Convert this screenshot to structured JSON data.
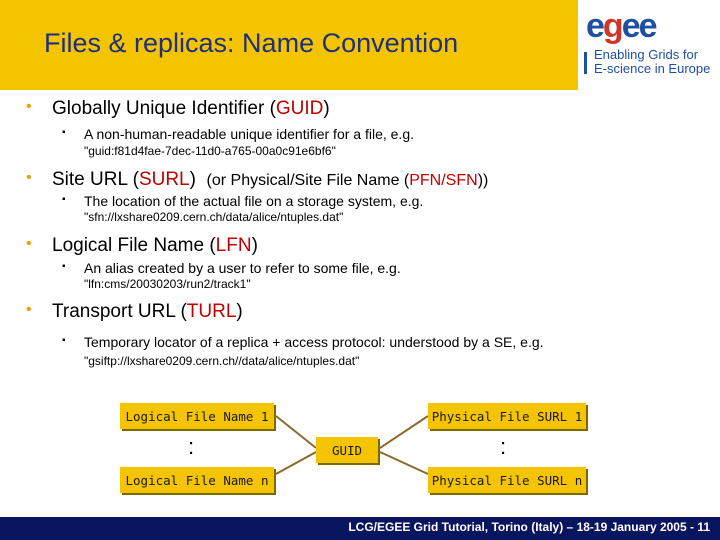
{
  "slide": {
    "title": "Files & replicas: Name Convention",
    "logo": {
      "word_blue_1": "e",
      "word_red": "g",
      "word_blue_2": "ee",
      "tagline_line1": "Enabling Grids for",
      "tagline_line2": "E-science in Europe"
    },
    "bullets": [
      {
        "pre": "Globally Unique Identifier (",
        "acronym": "GUID",
        "post": ")",
        "sub": "A non-human-readable unique identifier for a file, e.g.",
        "example": "\"guid:f81d4fae-7dec-11d0-a765-00a0c91e6bf6\""
      },
      {
        "pre": "Site URL (",
        "acronym": "SURL",
        "post": ")",
        "aside_pre": "(or Physical/Site File Name (",
        "aside_acronym": "PFN/SFN",
        "aside_post": "))",
        "sub": "The location of the actual file on a storage system, e.g.",
        "example": "\"sfn://lxshare0209.cern.ch/data/alice/ntuples.dat\""
      },
      {
        "pre": "Logical File Name (",
        "acronym": "LFN",
        "post": ")",
        "sub": "An alias created by a user to refer to some file, e.g.",
        "example": "\"lfn:cms/20030203/run2/track1\""
      },
      {
        "pre": "Transport URL (",
        "acronym": "TURL",
        "post": ")",
        "sub": "Temporary locator of a replica + access protocol: understood by a SE, e.g.",
        "example": "\"gsiftp://lxshare0209.cern.ch//data/alice/ntuples.dat\""
      }
    ],
    "diagram": {
      "lfn_1": "Logical File Name 1",
      "lfn_n": "Logical File Name n",
      "guid": "GUID",
      "surl_1": "Physical File SURL 1",
      "surl_n": "Physical File SURL n",
      "ellipsis": ":"
    },
    "footer": "LCG/EGEE Grid Tutorial, Torino (Italy) – 18-19 January 2005 - 11",
    "colors": {
      "title_band": "#f5c400",
      "title_text": "#1f2f7a",
      "acronym": "#c00000",
      "bullet_dot": "#e8a300",
      "footer_band": "#0a1560",
      "node_fill": "#f5c400",
      "connector": "#8a6a2a"
    }
  }
}
